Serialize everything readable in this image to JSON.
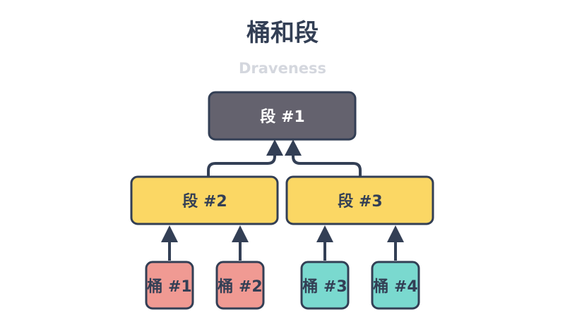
{
  "title": "桶和段",
  "subtitle": "Draveness",
  "colors": {
    "stroke": "#333f55",
    "segment_root_fill": "#64626e",
    "segment_fill": "#fbd764",
    "bucket_red_fill": "#f09a93",
    "bucket_teal_fill": "#7ad9cf",
    "subtitle_color": "#d4d7de"
  },
  "nodes": {
    "segment_1": {
      "label": "段 #1"
    },
    "segment_2": {
      "label": "段 #2"
    },
    "segment_3": {
      "label": "段 #3"
    },
    "bucket_1": {
      "label": "桶 #1"
    },
    "bucket_2": {
      "label": "桶 #2"
    },
    "bucket_3": {
      "label": "桶 #3"
    },
    "bucket_4": {
      "label": "桶 #4"
    }
  },
  "edges": [
    {
      "from": "segment_2",
      "to": "segment_1"
    },
    {
      "from": "segment_3",
      "to": "segment_1"
    },
    {
      "from": "bucket_1",
      "to": "segment_2"
    },
    {
      "from": "bucket_2",
      "to": "segment_2"
    },
    {
      "from": "bucket_3",
      "to": "segment_3"
    },
    {
      "from": "bucket_4",
      "to": "segment_3"
    }
  ]
}
